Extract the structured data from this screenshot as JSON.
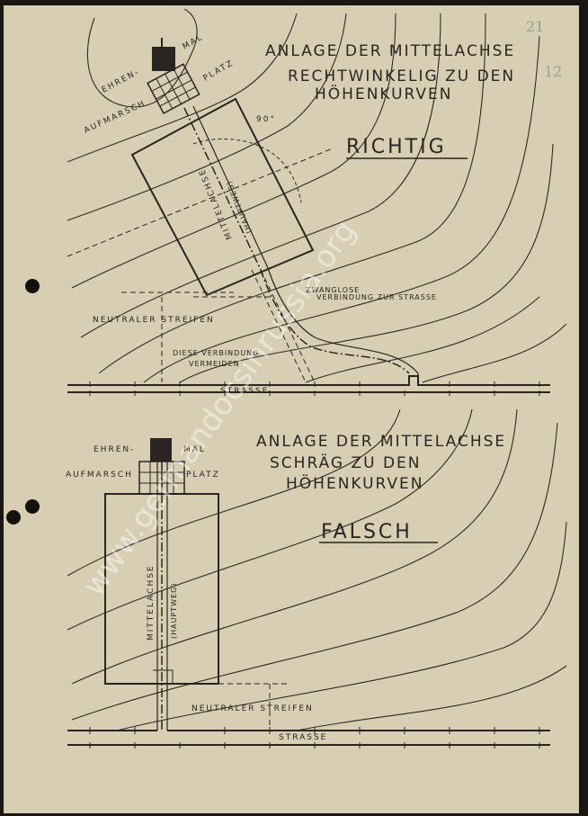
{
  "top": {
    "title_lines": [
      "ANLAGE DER MITTELACHSE",
      "RECHTWINKELIG ZU DEN",
      "HÖHENKURVEN"
    ],
    "verdict": "RICHTIG",
    "ehrenmal_1": "EHREN-",
    "ehrenmal_2": "MAL",
    "aufmarsch": "AUFMARSCH",
    "platz": "PLATZ",
    "angle": "90°",
    "mittelachse": "MITTELACHSE",
    "hauptweg": "(HAUPTWEG)",
    "zwanglose_1": "ZWANGLOSE",
    "zwanglose_2": "VERBINDUNG ZUR STRASSE",
    "neutral": "NEUTRALER STREIFEN",
    "vermeiden_1": "DIESE VERBINDUNG",
    "vermeiden_2": "VERMEIDEN",
    "strasse": "STRASSE"
  },
  "bottom": {
    "title_lines": [
      "ANLAGE DER MITTELACHSE",
      "SCHRÄG ZU DEN",
      "HÖHENKURVEN"
    ],
    "verdict": "FALSCH",
    "ehrenmal_1": "EHREN-",
    "ehrenmal_2": "MAL",
    "aufmarsch": "AUFMARSCH",
    "platz": "PLATZ",
    "mittelachse": "MITTELACHSE",
    "hauptweg": "(HAUPTWEG)",
    "neutral": "NEUTRALER STREIFEN",
    "strasse": "STRASSE"
  },
  "annotations": {
    "handwritten": [
      "21",
      "12"
    ]
  },
  "watermark": "www.germandocsinrussia.org",
  "colors": {
    "paper": "#d8ceb3",
    "ink": "#2a2520"
  }
}
